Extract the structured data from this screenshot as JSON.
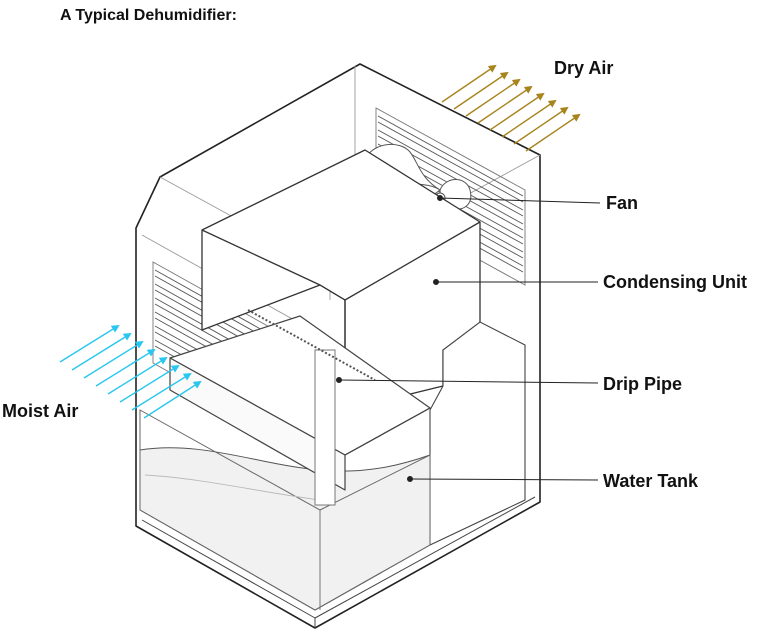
{
  "title": "A Typical Dehumidifier:",
  "labels": {
    "dry_air": "Dry Air",
    "fan": "Fan",
    "condensing_unit": "Condensing Unit",
    "drip_pipe": "Drip Pipe",
    "water_tank": "Water Tank",
    "moist_air": "Moist Air"
  },
  "colors": {
    "dry_air_arrows": "#a8841c",
    "moist_air_arrows": "#29c6ef",
    "outline": "#222222",
    "inner_lines": "#8a8a8a",
    "water_fill": "#f0f0f0"
  }
}
